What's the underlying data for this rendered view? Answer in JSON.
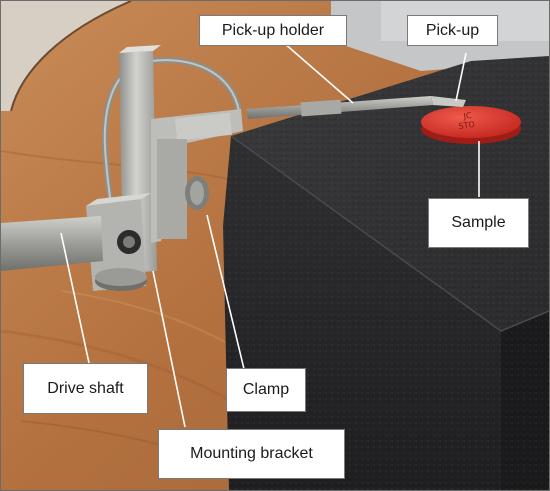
{
  "labels": {
    "pickup_holder": "Pick-up holder",
    "pickup": "Pick-up",
    "sample": "Sample",
    "drive_shaft": "Drive shaft",
    "clamp": "Clamp",
    "mounting_bracket": "Mounting bracket"
  },
  "sample_marking": "JC\nSTO",
  "colors": {
    "wood": "#b87a4a",
    "granite": "#2b2b2d",
    "sample": "#d9322a",
    "metal": "#b7b7b3",
    "label_border": "#7a7a7a"
  }
}
